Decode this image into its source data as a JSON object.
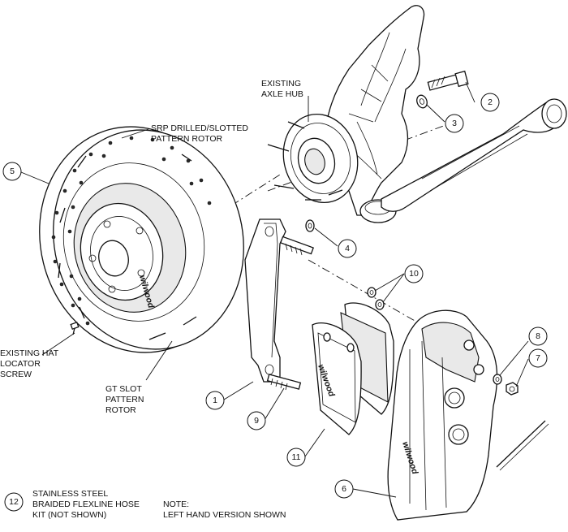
{
  "labels": {
    "existing_axle_hub_1": "EXISTING",
    "existing_axle_hub_2": "AXLE HUB",
    "srp_rotor_1": "SRP DRILLED/SLOTTED",
    "srp_rotor_2": "PATTERN ROTOR",
    "hat_screw_1": "EXISTING HAT",
    "hat_screw_2": "LOCATOR",
    "hat_screw_3": "SCREW",
    "gt_slot_1": "GT SLOT",
    "gt_slot_2": "PATTERN",
    "gt_slot_3": "ROTOR",
    "hose_1": "STAINLESS STEEL",
    "hose_2": "BRAIDED FLEXLINE HOSE",
    "hose_3": "KIT (NOT SHOWN)",
    "note_1": "NOTE:",
    "note_2": "LEFT HAND VERSION SHOWN"
  },
  "callouts": {
    "c1": "1",
    "c2": "2",
    "c3": "3",
    "c4": "4",
    "c5": "5",
    "c6": "6",
    "c7": "7",
    "c8": "8",
    "c9": "9",
    "c10": "10",
    "c11": "11",
    "c12": "12"
  },
  "logo_text": "wilwood"
}
